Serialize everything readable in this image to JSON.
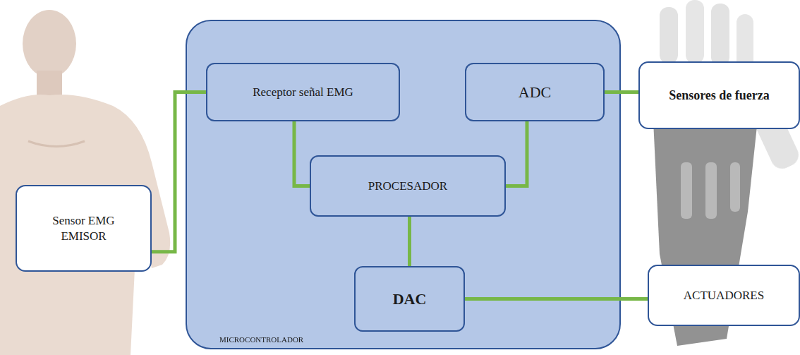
{
  "diagram": {
    "nodes": [
      {
        "text": [
          "Sensor EMG EMISOR"
        ]
      },
      {
        "text": [
          "MICROCONTROLADOR"
        ]
      },
      {
        "text": [
          "Receptor señal EMG"
        ],
        "in": 1
      },
      {
        "text": [
          "ADC"
        ],
        "in": 1
      },
      {
        "text": [
          "PROCESADOR"
        ],
        "in": 1
      },
      {
        "text": [
          "DAC"
        ],
        "in": 1
      },
      {
        "text": [
          "Sensores de fuerza"
        ]
      },
      {
        "text": [
          "ACTUADORES"
        ]
      }
    ],
    "edges": [
      {
        "from": 0,
        "to": 2,
        "arrow": "none"
      },
      {
        "from": 2,
        "to": 4,
        "arrow": "none"
      },
      {
        "from": 3,
        "to": 4,
        "arrow": "none"
      },
      {
        "from": 3,
        "to": 6,
        "arrow": "none"
      },
      {
        "from": 4,
        "to": 5,
        "arrow": "none"
      },
      {
        "from": 5,
        "to": 7,
        "arrow": "none"
      }
    ]
  }
}
